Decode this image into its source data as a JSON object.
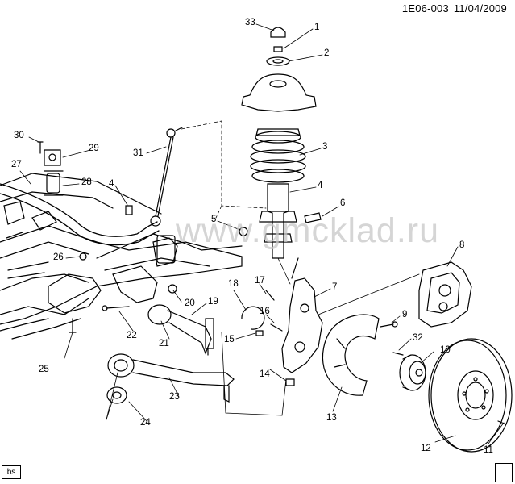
{
  "header": {
    "code": "1E06-003",
    "date": "11/04/2009"
  },
  "watermark": "www.gmcklad.ru",
  "corner_tag": "bs",
  "callouts": [
    "1",
    "2",
    "3",
    "4",
    "4",
    "5",
    "6",
    "7",
    "8",
    "9",
    "10",
    "11",
    "12",
    "13",
    "14",
    "15",
    "16",
    "17",
    "18",
    "19",
    "20",
    "21",
    "22",
    "23",
    "24",
    "25",
    "26",
    "27",
    "28",
    "29",
    "30",
    "31",
    "32",
    "33"
  ],
  "colors": {
    "ink": "#000000",
    "watermark": "#c8c8c8",
    "background": "#ffffff"
  }
}
